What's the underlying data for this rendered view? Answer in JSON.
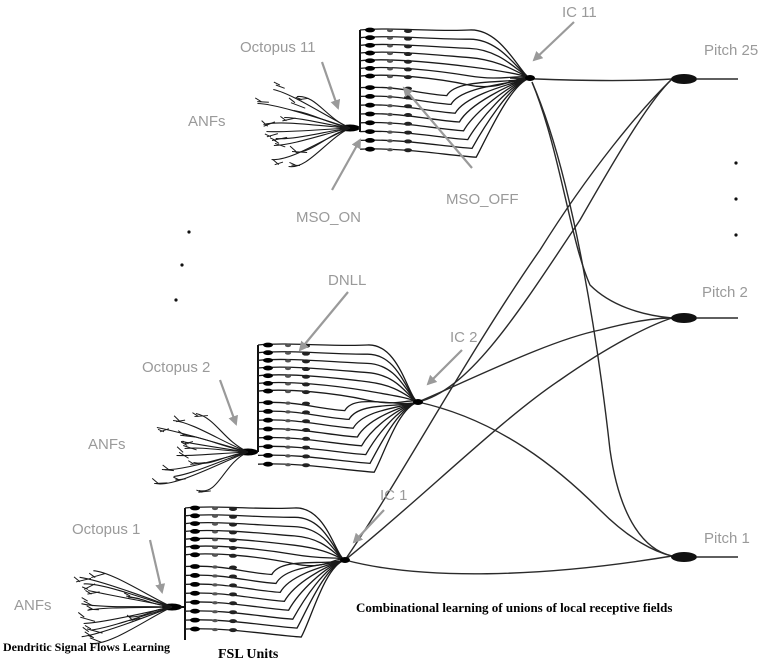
{
  "labels": {
    "anfs": "ANFs",
    "octopus_11": "Octopus 11",
    "octopus_2": "Octopus 2",
    "octopus_1": "Octopus 1",
    "ic_11": "IC 11",
    "ic_2": "IC 2",
    "ic_1": "IC 1",
    "mso_on": "MSO_ON",
    "mso_off": "MSO_OFF",
    "dnll": "DNLL",
    "pitch_25": "Pitch 25",
    "pitch_2": "Pitch 2",
    "pitch_1": "Pitch 1"
  },
  "captions": {
    "dendritic": "Dendritic Signal Flows Learning",
    "fsl_units": "FSL Units",
    "combinational": "Combinational learning of unions of local receptive fields"
  },
  "colors": {
    "label_gray": "#9a9a9a",
    "arrow_gray": "#9a9a9a",
    "line_dark": "#2a2a2a"
  }
}
